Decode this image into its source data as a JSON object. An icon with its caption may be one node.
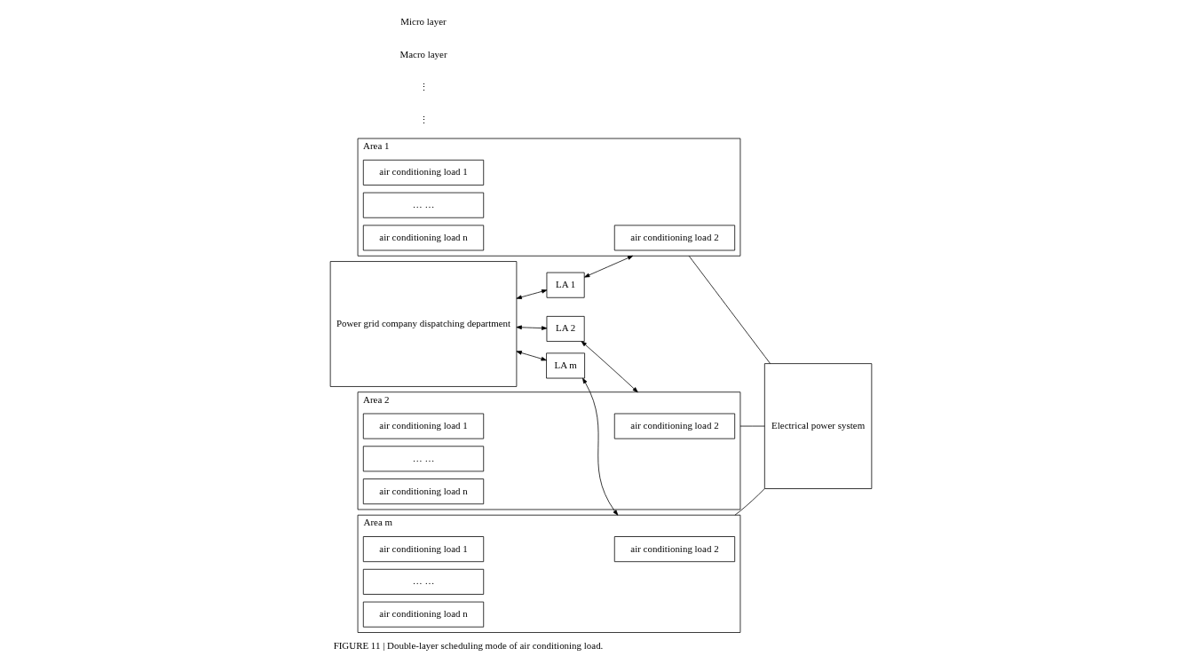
{
  "diagram": {
    "caption": "FIGURE 11 | Double-layer scheduling mode of air conditioning load.",
    "nodes": [
      {
        "text": [
          "Power grid company dispatching department"
        ]
      },
      {
        "text": [
          "LA 1"
        ]
      },
      {
        "text": [
          "Area 1"
        ]
      },
      {
        "text": [
          "air conditioning load 1"
        ],
        "in": 2
      },
      {
        "text": [
          "air conditioning load 2"
        ],
        "in": 2
      },
      {
        "text": [
          "… …"
        ],
        "in": 2
      },
      {
        "text": [
          "air conditioning load n"
        ],
        "in": 2
      },
      {
        "text": [
          "LA 2"
        ]
      },
      {
        "text": [
          "Area 2"
        ]
      },
      {
        "text": [
          "air conditioning load 1"
        ],
        "in": 8
      },
      {
        "text": [
          "air conditioning load 2"
        ],
        "in": 8
      },
      {
        "text": [
          "… …"
        ],
        "in": 8
      },
      {
        "text": [
          "air conditioning load n"
        ],
        "in": 8
      },
      {
        "text": [
          "LA m"
        ]
      },
      {
        "text": [
          "Area m"
        ]
      },
      {
        "text": [
          "air conditioning load 1"
        ],
        "in": 14
      },
      {
        "text": [
          "air conditioning load 2"
        ],
        "in": 14
      },
      {
        "text": [
          "… …"
        ],
        "in": 14
      },
      {
        "text": [
          "air conditioning load n"
        ],
        "in": 14
      },
      {
        "text": [
          "Electrical power system"
        ]
      }
    ],
    "edges": [
      {
        "from": 0,
        "to": 1,
        "arrow": "both"
      },
      {
        "from": 1,
        "to": 2,
        "arrow": "both"
      },
      {
        "from": 0,
        "to": 7,
        "arrow": "both"
      },
      {
        "from": 7,
        "to": 8,
        "arrow": "both"
      },
      {
        "from": 0,
        "to": 13,
        "arrow": "both"
      },
      {
        "from": 13,
        "to": 14,
        "arrow": "both"
      },
      {
        "from": 2,
        "to": 19,
        "arrow": "none"
      },
      {
        "from": 8,
        "to": 19,
        "arrow": "none"
      },
      {
        "from": 14,
        "to": 19,
        "arrow": "none"
      }
    ],
    "labels": [
      "⋮",
      "⋮",
      "Macro layer",
      "Micro layer"
    ]
  }
}
